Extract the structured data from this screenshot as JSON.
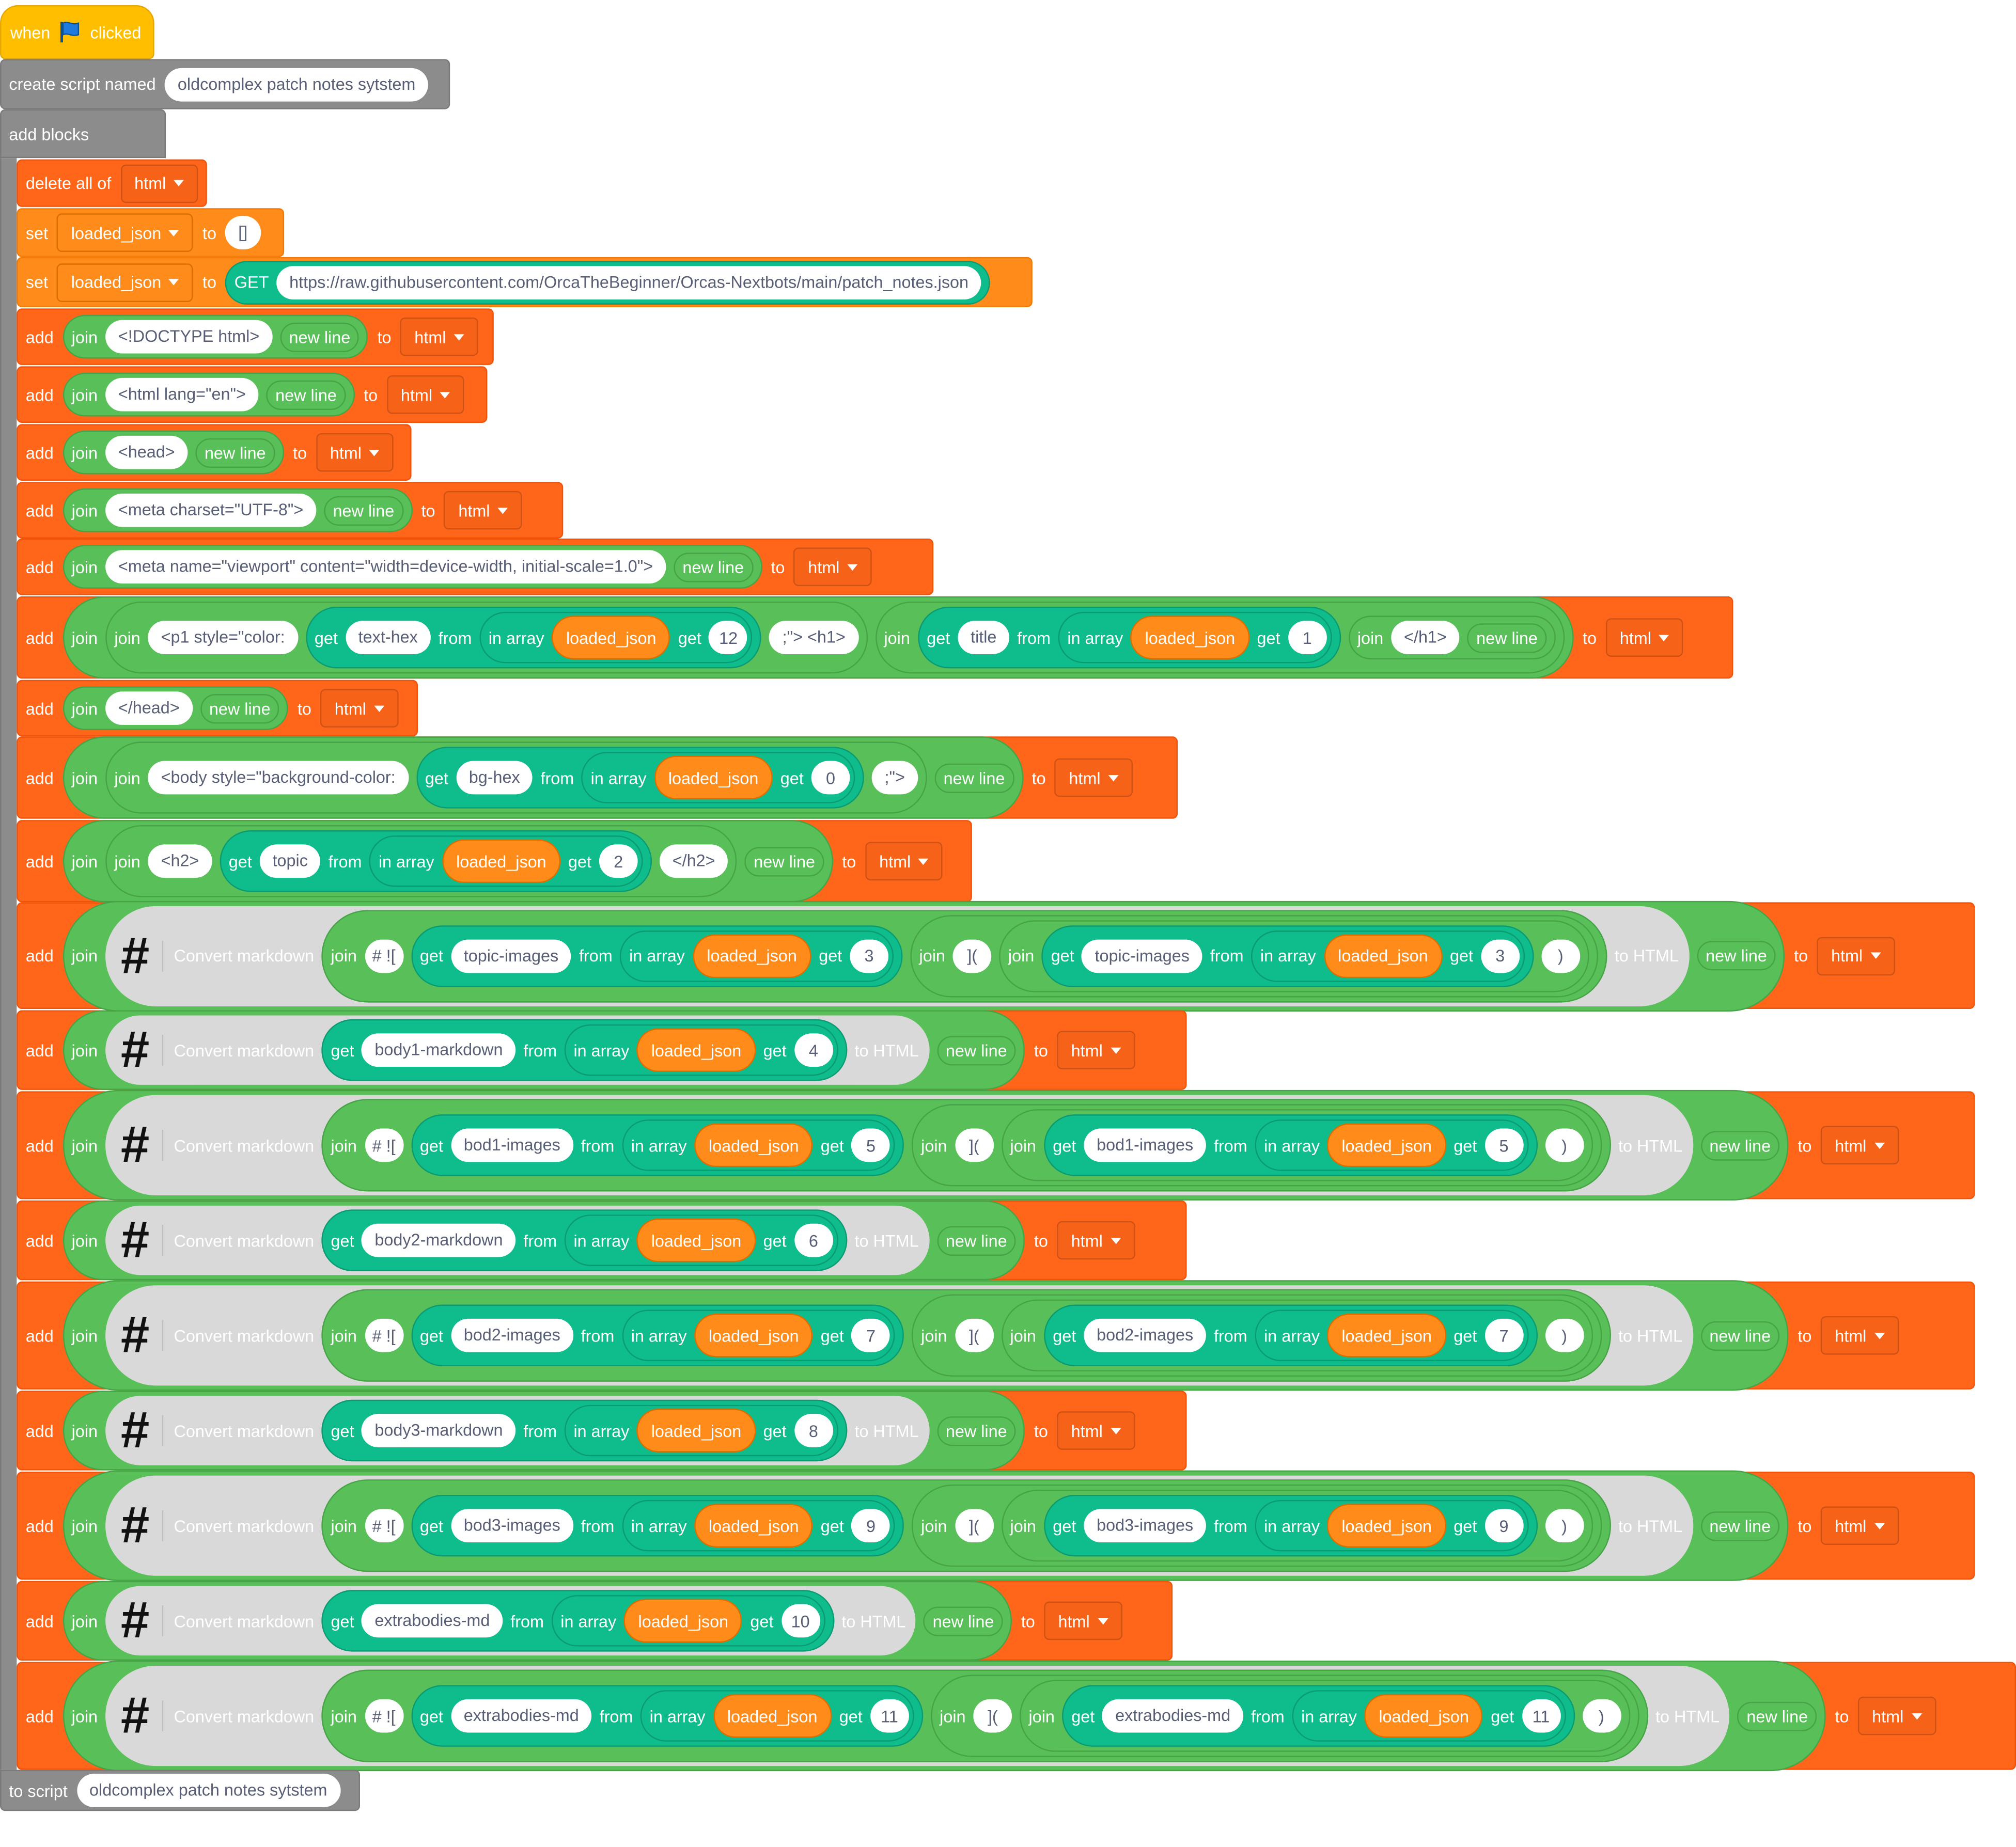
{
  "hat": {
    "when": "when",
    "flag_icon": "green-flag-icon",
    "clicked": "clicked"
  },
  "create": {
    "label": "create script named",
    "name": "oldcomplex patch notes sytstem"
  },
  "add_blocks": "add blocks",
  "to_script": {
    "label": "to script",
    "name": "oldcomplex patch notes sytstem"
  },
  "kw": {
    "delete_all_of": "delete all of",
    "set": "set",
    "to": "to",
    "add": "add",
    "join": "join",
    "get": "get",
    "from": "from",
    "in_array": "in array",
    "new_line": "new line",
    "html": "html",
    "loaded_json": "loaded_json",
    "GET": "GET",
    "convert_markdown": "Convert markdown",
    "to_html": "to HTML",
    "hash": "#"
  },
  "values": {
    "empty_array": "[]",
    "url": "https://raw.githubusercontent.com/OrcaTheBeginner/Orcas-Nextbots/main/patch_notes.json",
    "doctype": "<!DOCTYPE html>",
    "html_open": "<html lang=\"en\">",
    "head_open": "<head>",
    "meta_charset": "<meta charset=\"UTF-8\">",
    "meta_viewport": "<meta name=\"viewport\" content=\"width=device-width, initial-scale=1.0\">",
    "p1_style": "<p1 style=\"color:",
    "close_h1_open": ";\"> <h1>",
    "close_h1": "</h1>",
    "head_close": "</head>",
    "body_style": "<body style=\"background-color:",
    "close_attr": ";\">",
    "h2_open": "<h2>",
    "h2_close": "</h2>",
    "img_open": "# ![",
    "img_mid": "](",
    "img_close": ")"
  },
  "keys": {
    "text_hex": "text-hex",
    "title": "title",
    "bg_hex": "bg-hex",
    "topic": "topic",
    "topic_images": "topic-images",
    "body1_markdown": "body1-markdown",
    "bod1_images": "bod1-images",
    "body2_markdown": "body2-markdown",
    "bod2_images": "bod2-images",
    "body3_markdown": "body3-markdown",
    "bod3_images": "bod3-images",
    "extrabodies_md": "extrabodies-md"
  },
  "idx": {
    "i0": "0",
    "i1": "1",
    "i2": "2",
    "i3": "3",
    "i4": "4",
    "i5": "5",
    "i6": "6",
    "i7": "7",
    "i8": "8",
    "i9": "9",
    "i10": "10",
    "i11": "11",
    "i12": "12"
  },
  "colors": {
    "events": "#ffbf00",
    "custom": "#8c8c8c",
    "list": "#ff661a",
    "variables": "#ff8c1a",
    "operators": "#59c059",
    "json": "#0fbd8c",
    "markdown": "#d9d9d9"
  }
}
